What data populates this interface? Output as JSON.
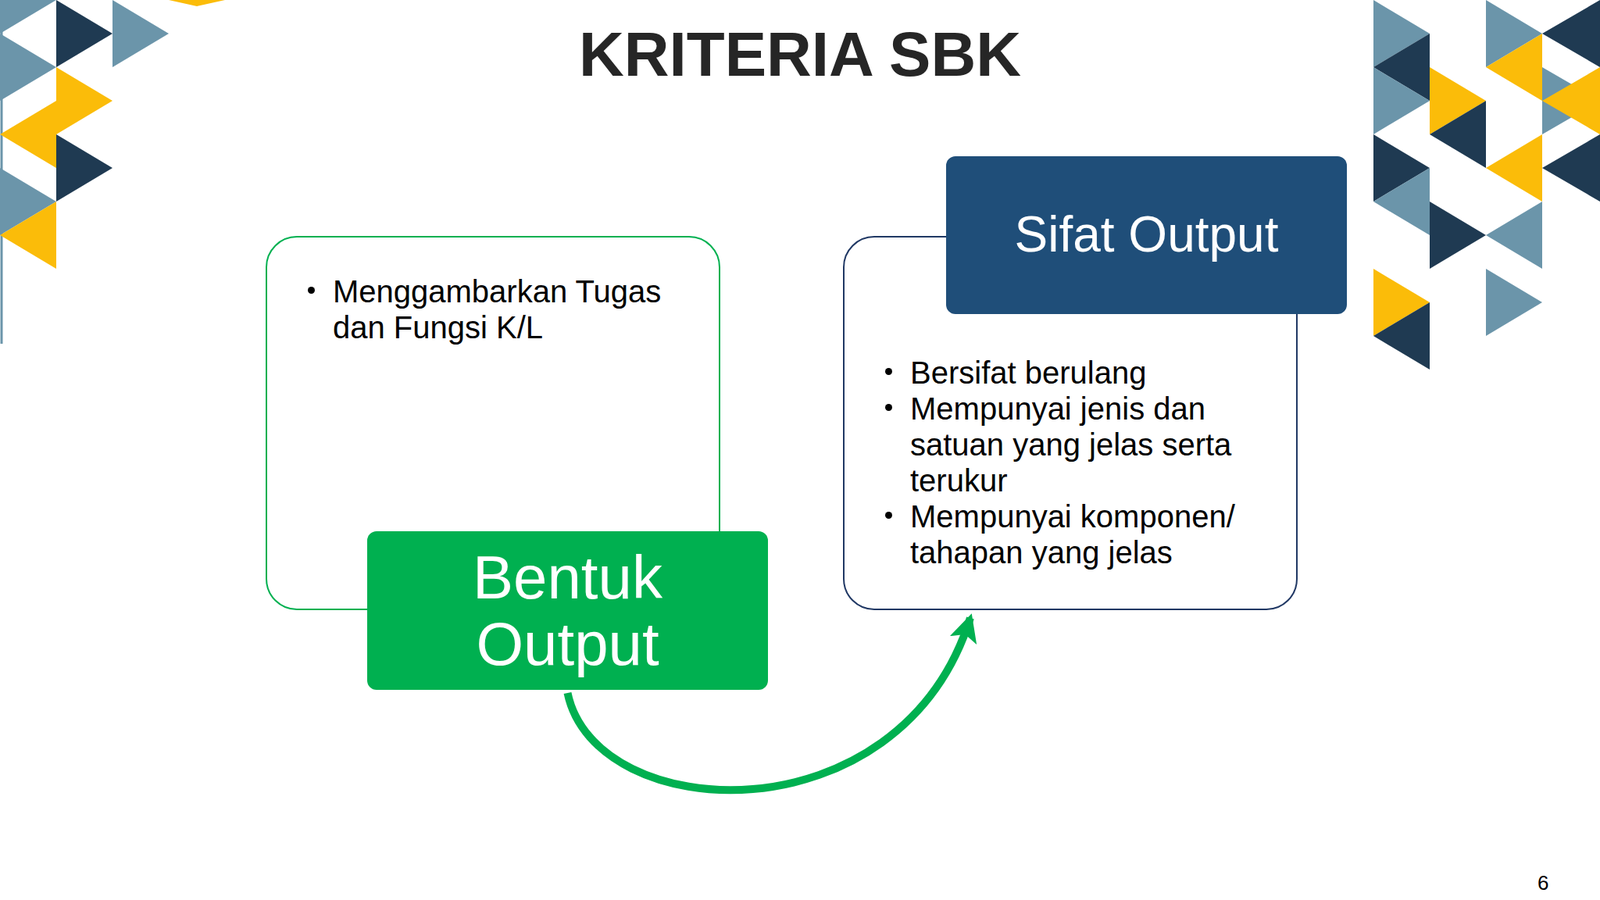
{
  "diagram": {
    "title": "KRITERIA SBK",
    "nodes": [
      {
        "text": [
          "Menggambarkan Tugas dan Fungsi K/L"
        ]
      },
      {
        "text": [
          "Bentuk Output"
        ]
      },
      {
        "text": [
          "Sifat Output"
        ]
      },
      {
        "text": [
          "Bersifat berulang",
          "Mempunyai jenis dan satuan yang jelas serta terukur",
          "Mempunyai komponen/ tahapan yang jelas"
        ]
      }
    ],
    "edges": [
      {
        "from": 1,
        "to": 3,
        "arrow": "to"
      }
    ],
    "labels": [
      "6"
    ]
  }
}
